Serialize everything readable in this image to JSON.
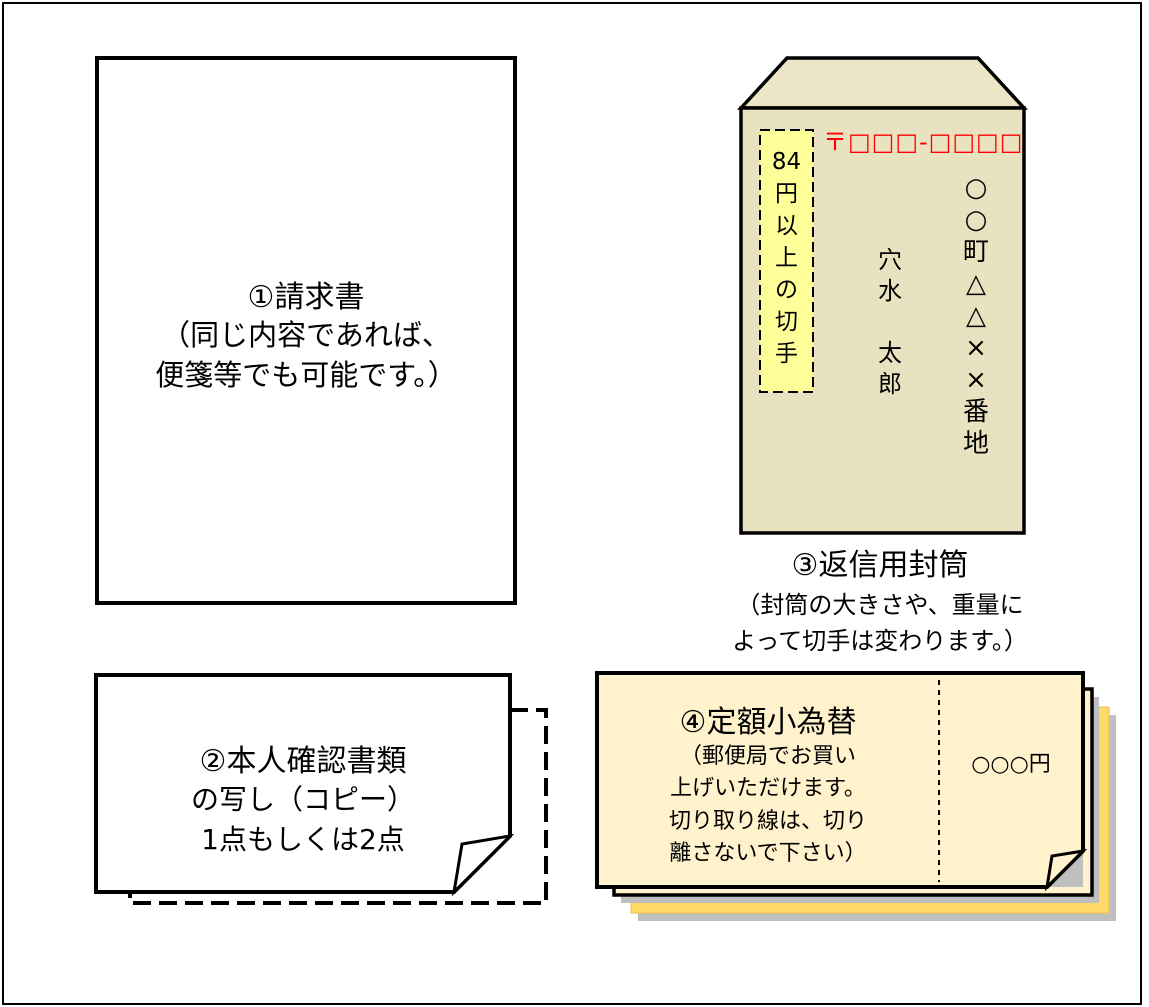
{
  "request_form": {
    "title": "①請求書",
    "note_line1": "（同じ内容であれば、",
    "note_line2": "便箋等でも可能です。）"
  },
  "envelope": {
    "postal_code": "〒□□□-□□□□",
    "stamp_chars": [
      "84",
      "円",
      "以",
      "上",
      "の",
      "切",
      "手"
    ],
    "name_chars": [
      "穴",
      "水",
      "",
      "太",
      "郎"
    ],
    "address_chars": [
      "○",
      "○",
      "町",
      "△",
      "△",
      "×",
      "×",
      "番",
      "地"
    ],
    "title": "③返信用封筒",
    "note_line1": "（封筒の大きさや、重量に",
    "note_line2": "よって切手は変わります。）",
    "colors": {
      "body": "#e9e2c1",
      "flap": "#ece6c7",
      "stamp": "#ffff99",
      "postal": "#ff0000"
    }
  },
  "id_copy": {
    "line1": "②本人確認書類",
    "line2": "の写し（コピー）",
    "line3": "1点もしくは2点"
  },
  "money_order": {
    "title": "④定額小為替",
    "note_line1": "（郵便局でお買い",
    "note_line2": "上げいただけます。",
    "note_line3": "切り取り線は、切り",
    "note_line4": "離さないで下さい）",
    "amount": "○○○円",
    "colors": {
      "front": "#fff2cc",
      "back": "#ffd966",
      "shadow": "#bfbfbf"
    }
  }
}
